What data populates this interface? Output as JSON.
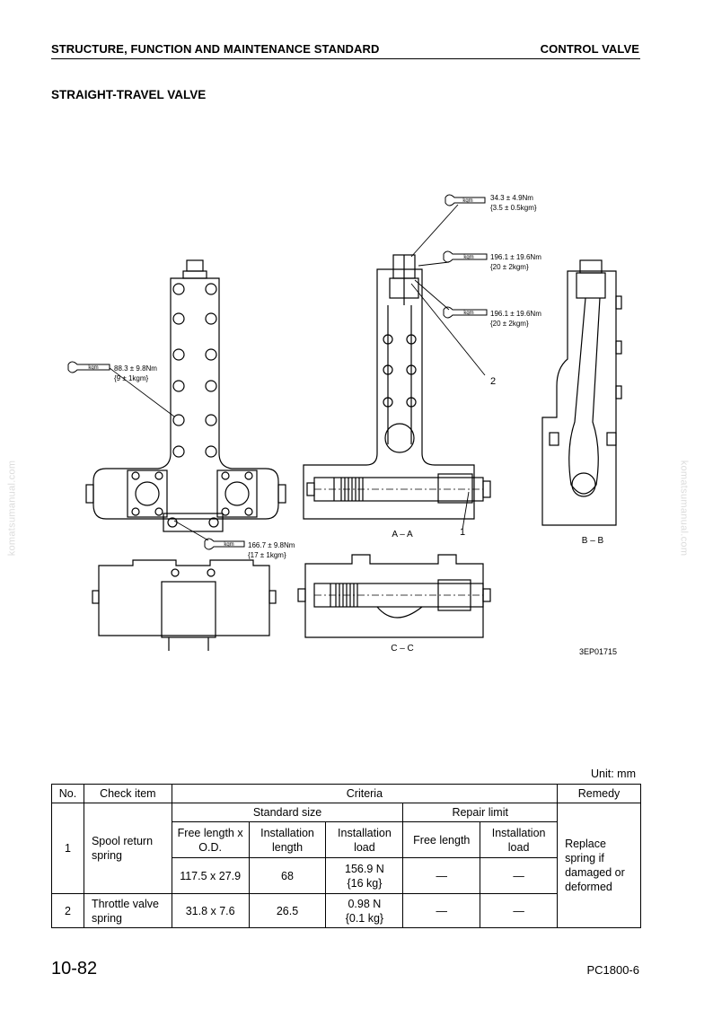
{
  "header": {
    "left": "STRUCTURE, FUNCTION AND MAINTENANCE STANDARD",
    "right": "CONTROL VALVE"
  },
  "section_title": "STRAIGHT-TRAVEL VALVE",
  "watermark": "komatsumanual.com",
  "drawing": {
    "torque_unit_icon_label": "kgm",
    "torque_1": {
      "value": "34.3 ± 4.9Nm",
      "alt": "{3.5 ± 0.5kgm}"
    },
    "torque_2": {
      "value": "196.1 ± 19.6Nm",
      "alt": "{20 ± 2kgm}"
    },
    "torque_3": {
      "value": "196.1 ± 19.6Nm",
      "alt": "{20 ± 2kgm}"
    },
    "torque_4": {
      "value": "88.3 ± 9.8Nm",
      "alt": "{9 ± 1kgm}"
    },
    "torque_5": {
      "value": "166.7 ± 9.8Nm",
      "alt": "{17 ± 1kgm}"
    },
    "callout_1": "1",
    "callout_2": "2",
    "section_aa": "A – A",
    "section_bb": "B – B",
    "section_cc": "C – C",
    "drawing_code": "3EP01715"
  },
  "table": {
    "unit_note": "Unit: mm",
    "headers": {
      "no": "No.",
      "check_item": "Check item",
      "criteria": "Criteria",
      "remedy": "Remedy",
      "standard_size": "Standard size",
      "repair_limit": "Repair limit",
      "free_length_od": "Free length x O.D.",
      "installation_length": "Installation length",
      "installation_load": "Installation load",
      "free_length": "Free length",
      "installation_load_2": "Installation load"
    },
    "rows": [
      {
        "no": "1",
        "item": "Spool return spring",
        "free_length_od": "117.5 x 27.9",
        "inst_length": "68",
        "inst_load_n": "156.9 N",
        "inst_load_kg": "{16 kg}",
        "repair_free_length": "—",
        "repair_inst_load": "—"
      },
      {
        "no": "2",
        "item": "Throttle valve spring",
        "free_length_od": "31.8 x 7.6",
        "inst_length": "26.5",
        "inst_load_n": "0.98 N",
        "inst_load_kg": "{0.1 kg}",
        "repair_free_length": "—",
        "repair_inst_load": "—"
      }
    ],
    "remedy": "Replace spring if damaged or deformed"
  },
  "footer": {
    "page": "10-82",
    "model": "PC1800-6"
  }
}
